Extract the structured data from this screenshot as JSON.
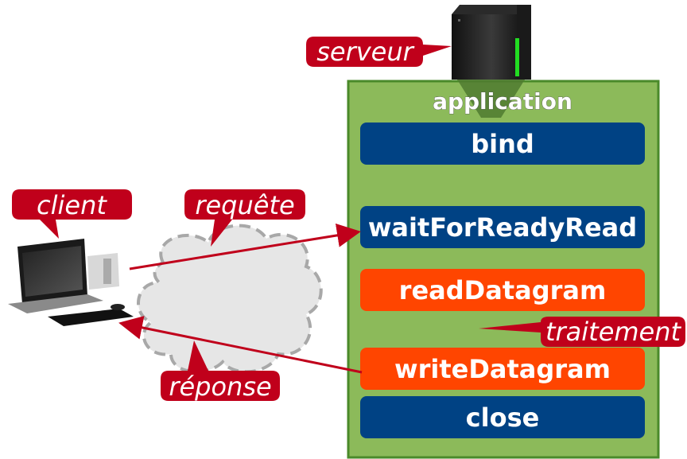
{
  "labels": {
    "server": "serveur",
    "client": "client",
    "request": "requête",
    "response": "réponse",
    "processing": "traitement",
    "application": "application"
  },
  "steps": [
    {
      "id": "bind",
      "label": "bind",
      "color": "#004284"
    },
    {
      "id": "wait",
      "label": "waitForReadyRead",
      "color": "#004284"
    },
    {
      "id": "read",
      "label": "readDatagram",
      "color": "#ff4500"
    },
    {
      "id": "write",
      "label": "writeDatagram",
      "color": "#ff4500"
    },
    {
      "id": "close",
      "label": "close",
      "color": "#004284"
    }
  ],
  "colors": {
    "callout": "#c0001b",
    "app_box": "#8cba5a",
    "app_border": "#4a8a2a",
    "arrow": "#c0001b",
    "cloud": "#e6e6e6"
  },
  "icons": [
    "server-tower-icon",
    "desktop-computer-icon",
    "network-cloud-icon"
  ]
}
